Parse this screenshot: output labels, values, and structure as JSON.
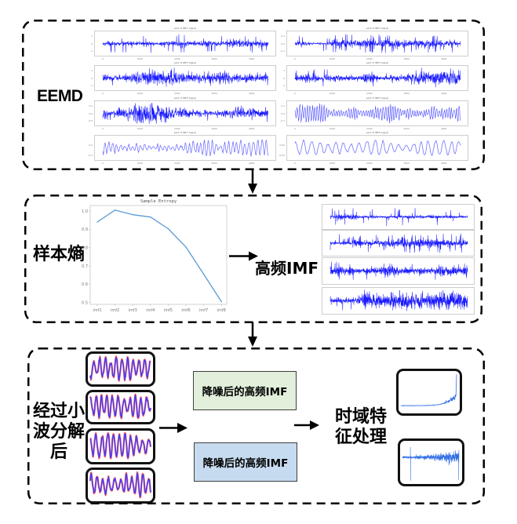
{
  "eemd_section": {
    "label": "EEMD",
    "signal_color": "#0000ff",
    "x_ticks": [
      "0",
      "1000",
      "2000",
      "3000",
      "4000"
    ],
    "plots": [
      {
        "title": "part of IMF1 Signal",
        "signal_type": "impulsive-noise",
        "y_ticks": [
          "1",
          "0",
          "-1"
        ]
      },
      {
        "title": "part of IMF2 Signal",
        "signal_type": "impulsive-noise",
        "y_ticks": [
          "0.1",
          "0.0",
          "-0.1"
        ]
      },
      {
        "title": "part of IMF3 Signal",
        "signal_type": "dense-noise",
        "y_ticks": [
          "1",
          "0",
          "-1"
        ]
      },
      {
        "title": "part of IMF4 Signal",
        "signal_type": "dense-noise",
        "y_ticks": [
          "1",
          "0",
          "-1"
        ]
      },
      {
        "title": "part of IMF5 Signal",
        "signal_type": "broadband-noise",
        "y_ticks": [
          "0.5",
          "0.0",
          "-0.5"
        ]
      },
      {
        "title": "part of IMF6 Signal",
        "signal_type": "oscillation",
        "y_ticks": [
          "0.1",
          "0.0",
          "-0.1"
        ]
      },
      {
        "title": "part of IMF7 Signal",
        "signal_type": "low-oscillation",
        "y_ticks": [
          "0.0",
          "-0.5"
        ]
      },
      {
        "title": "part of IMF8 Signal",
        "signal_type": "smooth-wave",
        "y_ticks": [
          "0.00",
          "-0.05"
        ]
      }
    ]
  },
  "entropy_section": {
    "label": "样本熵",
    "output_label": "高频IMF",
    "high_frequency_imfs": [
      {
        "signal_type": "impulsive-noise"
      },
      {
        "signal_type": "impulsive-noise"
      },
      {
        "signal_type": "dense-noise"
      },
      {
        "signal_type": "dense-noise"
      }
    ]
  },
  "chart_data": {
    "type": "line",
    "title": "Sample Entropy",
    "categories": [
      "imf1",
      "imf2",
      "imf3",
      "imf4",
      "imf5",
      "imf6",
      "imf7",
      "imf8"
    ],
    "values": [
      0.94,
      1.005,
      0.98,
      0.967,
      0.903,
      0.803,
      0.655,
      0.505
    ],
    "xlabel": "",
    "ylabel": "",
    "ylim": [
      0.49,
      1.03
    ],
    "yticks": [
      0.5,
      0.6,
      0.7,
      0.8,
      0.9,
      1.0
    ],
    "ytick_labels": [
      "0.5",
      "0.6",
      "0.7",
      "0.8",
      "0.9",
      "1.0"
    ],
    "grid": false,
    "legend": "none",
    "line_color": "#5b9bd5"
  },
  "wavelet_section": {
    "label_lines": [
      "经过小",
      "波分解",
      "后"
    ],
    "denoised_signals": [
      {
        "signal_type": "denoised-wave"
      },
      {
        "signal_type": "denoised-wave"
      },
      {
        "signal_type": "denoised-wave"
      },
      {
        "signal_type": "denoised-wave"
      }
    ],
    "denoised_line_color": "#3d3dff",
    "original_line_color": "#ff3030",
    "result_boxes": [
      {
        "label": "降噪后的高频IMF",
        "fill": "#e2efda"
      },
      {
        "label": "降噪后的高频IMF",
        "fill": "#c6dbef"
      }
    ],
    "feature_label_lines": [
      "时域特",
      "征处理"
    ],
    "feature_plots": [
      {
        "signal_type": "rising-tail"
      },
      {
        "signal_type": "growing-noise"
      }
    ],
    "feature_color": "#2f6ee6"
  }
}
